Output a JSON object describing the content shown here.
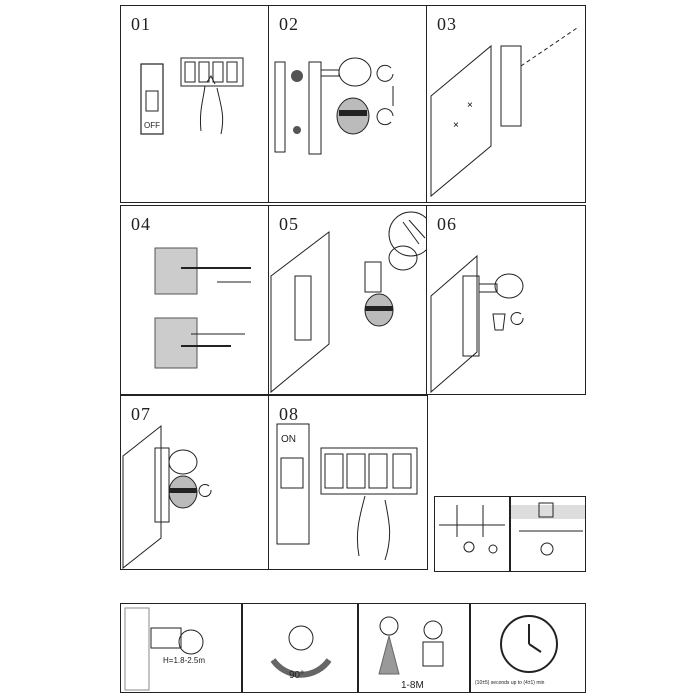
{
  "steps": [
    {
      "num": "01",
      "switch_label": "OFF"
    },
    {
      "num": "02"
    },
    {
      "num": "03"
    },
    {
      "num": "04"
    },
    {
      "num": "05"
    },
    {
      "num": "06"
    },
    {
      "num": "07"
    },
    {
      "num": "08",
      "switch_label": "ON"
    }
  ],
  "specs": {
    "height_label": "H=1.8-2.5m",
    "angle_label": "90°",
    "range_label": "1-8M",
    "time_label": "(10±5) seconds up to (4±1) min"
  }
}
